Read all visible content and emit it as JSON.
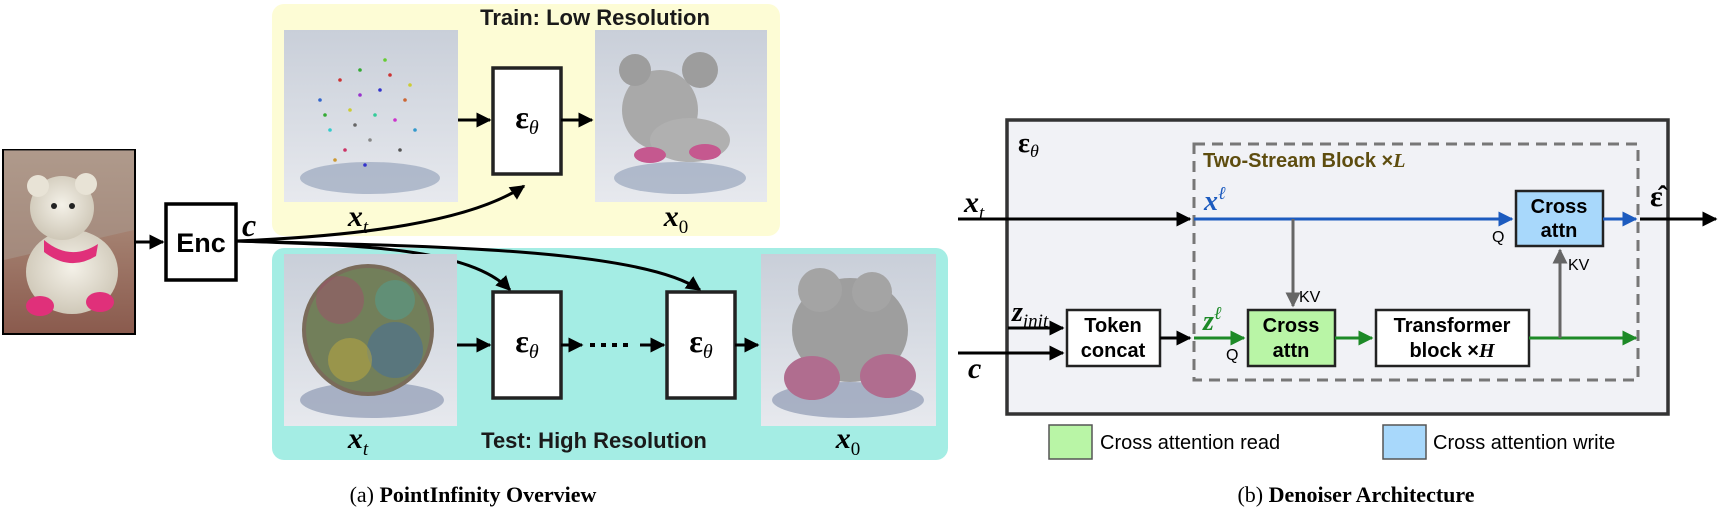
{
  "overview": {
    "train_label": "Train: Low Resolution",
    "test_label": "Test: High Resolution",
    "enc_label": "Enc",
    "c_symbol": "c",
    "eps_symbol": "ε",
    "theta_sub": "θ",
    "x_symbol": "x",
    "t_sub": "t",
    "zero_sub": "0",
    "caption_prefix": "(a) ",
    "caption_bold": "PointInfinity Overview"
  },
  "denoiser": {
    "eps_symbol": "ε",
    "theta_sub": "θ",
    "block_label_text": "Two-Stream Block ×",
    "block_label_var": "L",
    "x_symbol": "x",
    "t_sub": "t",
    "l_sup": "ℓ",
    "z_symbol": "z",
    "init_sub": "init",
    "c_symbol": "c",
    "eps_hat": "ε̂",
    "token_concat_line1": "Token",
    "token_concat_line2": "concat",
    "cross_attn_line1": "Cross",
    "cross_attn_line2": "attn",
    "transformer_line1": "Transformer",
    "transformer_line2": "block ×",
    "transformer_var": "H",
    "q_label": "Q",
    "kv_label": "KV",
    "caption_prefix": "(b) ",
    "caption_bold": "Denoiser Architecture"
  },
  "legend": {
    "read_label": "Cross attention read",
    "write_label": "Cross attention write",
    "read_color": "#b9f5a6",
    "write_color": "#a8d8fb"
  },
  "colors": {
    "train_bg": "#fdfcd5",
    "test_bg": "#a4ede4",
    "denoiser_bg": "#f1f2f6",
    "blue_stream": "#1c5bbf",
    "green_stream": "#1d8a27",
    "block_label": "#5e4d0f"
  }
}
